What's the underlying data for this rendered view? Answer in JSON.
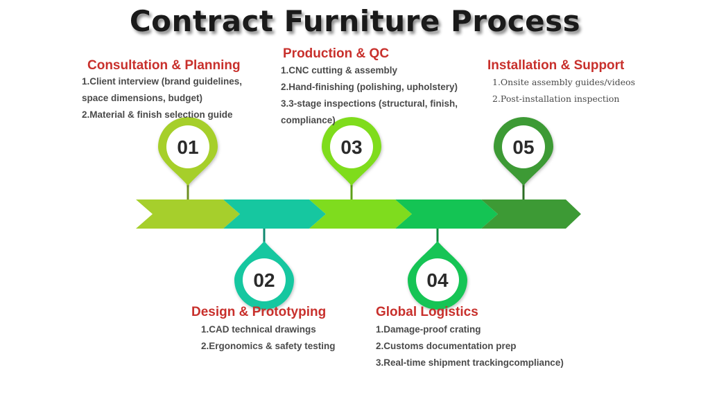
{
  "title": "Contract Furniture Process",
  "colors": {
    "stage1": "#a6cf2c",
    "stage2": "#16c7a0",
    "stage3": "#7fdc1e",
    "stage4": "#14c454",
    "stage5": "#3d9a35",
    "stage_title": "#c8302c"
  },
  "stages": [
    {
      "number": "01",
      "title": "Consultation & Planning",
      "items": [
        "1.Client interview (brand guidelines, space dimensions, budget)",
        "2.Material & finish selection guide"
      ]
    },
    {
      "number": "02",
      "title": "Design & Prototyping",
      "items": [
        "1.CAD technical drawings",
        "2.Ergonomics & safety testing"
      ]
    },
    {
      "number": "03",
      "title": "Production & QC",
      "items": [
        "1.CNC cutting & assembly",
        "2.Hand-finishing (polishing, upholstery)",
        "3.3-stage inspections (structural, finish, compliance)"
      ]
    },
    {
      "number": "04",
      "title": "Global Logistics",
      "items": [
        "1.Damage-proof crating",
        "2.Customs documentation prep",
        "3.Real-time shipment trackingcompliance)"
      ]
    },
    {
      "number": "05",
      "title": "Installation & Support",
      "items": [
        "1.Onsite assembly guides/videos",
        "2.Post-installation inspection"
      ]
    }
  ]
}
